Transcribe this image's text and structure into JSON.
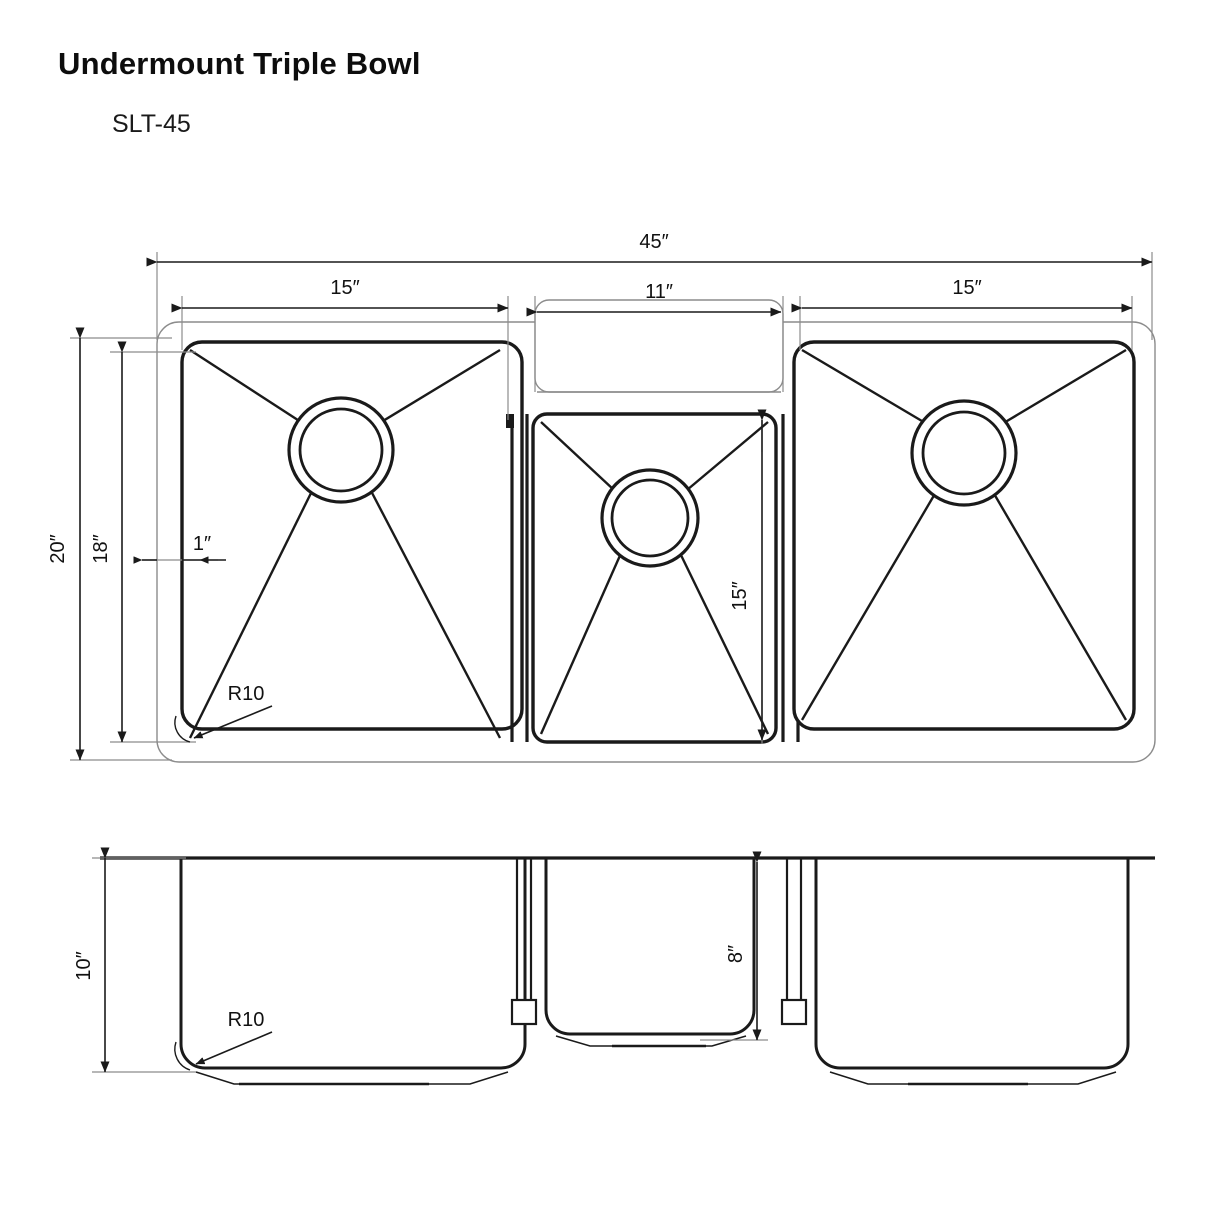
{
  "sheet": {
    "title": "Undermount Triple Bowl",
    "model": "SLT-45"
  },
  "drawing": {
    "type": "technical-dimension-drawing",
    "product": "Undermount Triple Bowl Sink",
    "views": [
      {
        "name": "top-view",
        "label": ""
      },
      {
        "name": "front-elevation-view",
        "label": ""
      }
    ],
    "units": "inches"
  },
  "top_view": {
    "overall_width": "45″",
    "bowl_widths": [
      "15″",
      "11″",
      "15″"
    ],
    "overall_depth": "20″",
    "bowl_depth": "18″",
    "rim_offset": "1″",
    "middle_bowl_depth": "15″",
    "corner_radius": "R10"
  },
  "front_view": {
    "side_bowl_height": "10″",
    "middle_bowl_height": "8″",
    "corner_radius": "R10"
  },
  "dimensions": {
    "d_45": "45″",
    "d_15_left": "15″",
    "d_11": "11″",
    "d_15_right": "15″",
    "d_20": "20″",
    "d_18": "18″",
    "d_1": "1″",
    "d_15_mid": "15″",
    "d_10": "10″",
    "d_8": "8″",
    "r10_top": "R10",
    "r10_front": "R10"
  },
  "colors": {
    "line": "#1a1a1a",
    "light_line": "#8c8c8c",
    "text": "#111111",
    "background": "#ffffff"
  }
}
